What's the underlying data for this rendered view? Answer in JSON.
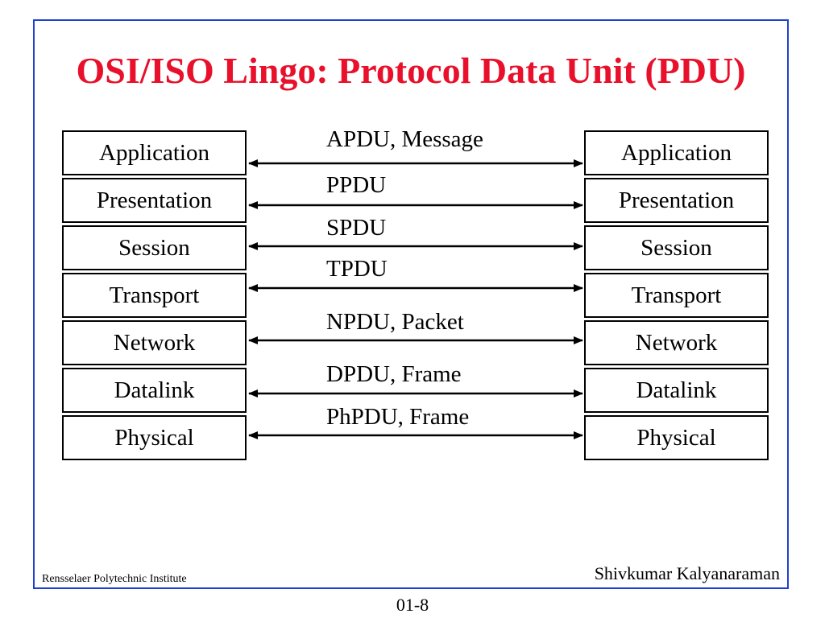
{
  "title": "OSI/ISO Lingo: Protocol Data Unit (PDU)",
  "colors": {
    "title": "#e8102a",
    "frame": "#1f3fd1",
    "box_border": "#000000"
  },
  "left_stack": [
    "Application",
    "Presentation",
    "Session",
    "Transport",
    "Network",
    "Datalink",
    "Physical"
  ],
  "right_stack": [
    "Application",
    "Presentation",
    "Session",
    "Transport",
    "Network",
    "Datalink",
    "Physical"
  ],
  "pdu_labels": [
    "APDU, Message",
    "PPDU",
    "SPDU",
    "TPDU",
    "NPDU, Packet",
    "DPDU, Frame",
    "PhPDU, Frame"
  ],
  "footer": {
    "institution": "Rensselaer Polytechnic Institute",
    "author": "Shivkumar Kalyanaraman",
    "slide_number": "01-8"
  }
}
